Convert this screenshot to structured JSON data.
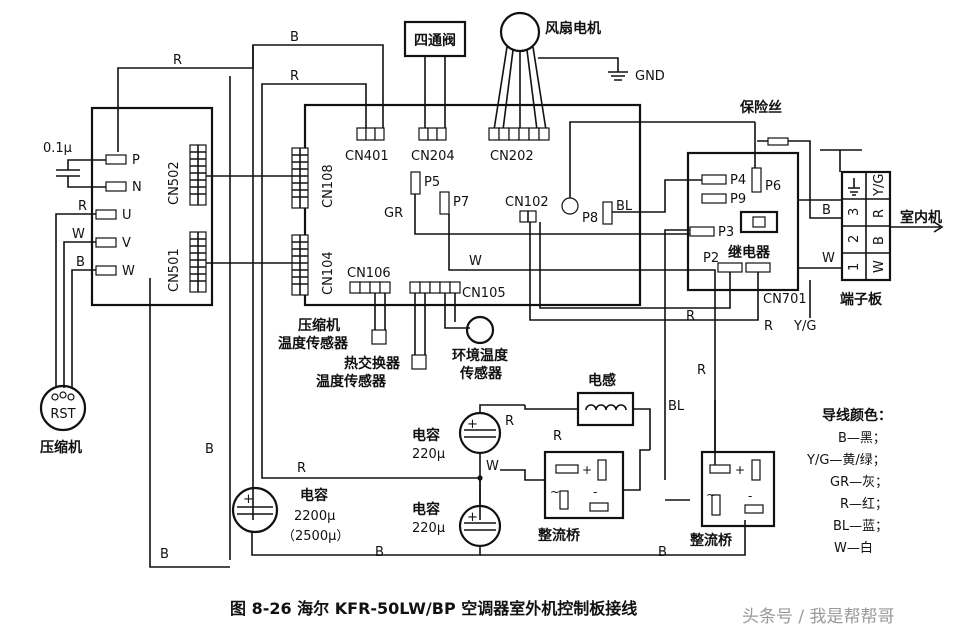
{
  "labels": {
    "four_way_valve": "四通阀",
    "fan_motor": "风扇电机",
    "gnd": "GND",
    "fuse": "保险丝",
    "cn401": "CN401",
    "cn204": "CN204",
    "cn202": "CN202",
    "cn502": "CN502",
    "cn501": "CN501",
    "cn108": "CN108",
    "cn104": "CN104",
    "cn102": "CN102",
    "cn106": "CN106",
    "cn105": "CN105",
    "cn701": "CN701",
    "p5": "P5",
    "p7": "P7",
    "p8": "P8",
    "p3": "P3",
    "p4": "P4",
    "p6": "P6",
    "p9": "P9",
    "p2": "P2",
    "pin_p": "P",
    "pin_n": "N",
    "pin_u": "U",
    "pin_v": "V",
    "pin_w": "W",
    "relay": "继电器",
    "indoor_unit": "室内机",
    "terminal_board": "端子板",
    "cap_small": "0.1μ",
    "compressor": "压缩机",
    "rst": "RST",
    "comp_temp_sensor_1": "压缩机",
    "comp_temp_sensor_2": "温度传感器",
    "hx_temp_sensor_1": "热交换器",
    "hx_temp_sensor_2": "温度传感器",
    "amb_temp_sensor_1": "环境温度",
    "amb_temp_sensor_2": "传感器",
    "inductor": "电感",
    "cap": "电容",
    "cap_220_top": "220μ",
    "cap_220_bottom": "220μ",
    "cap_2200": "2200μ",
    "cap_2500": "（2500μ）",
    "rectifier": "整流桥",
    "term_1": "1",
    "term_2": "2",
    "term_3": "3",
    "term_w": "W",
    "term_b": "B",
    "term_r": "R",
    "term_yg": "Y/G",
    "wire_r": "R",
    "wire_b": "B",
    "wire_w": "W",
    "wire_gr": "GR",
    "wire_bl": "BL",
    "wire_yg": "Y/G"
  },
  "legend": {
    "title": "导线颜色：",
    "items": [
      "B—黑；",
      "Y/G—黄/绿；",
      "GR—灰；",
      "R—红；",
      "BL—蓝；",
      "W—白"
    ]
  },
  "caption": "图 8-26   海尔 KFR-50LW/BP 空调器室外机控制板接线",
  "watermark": "头条号 / 我是帮帮哥"
}
